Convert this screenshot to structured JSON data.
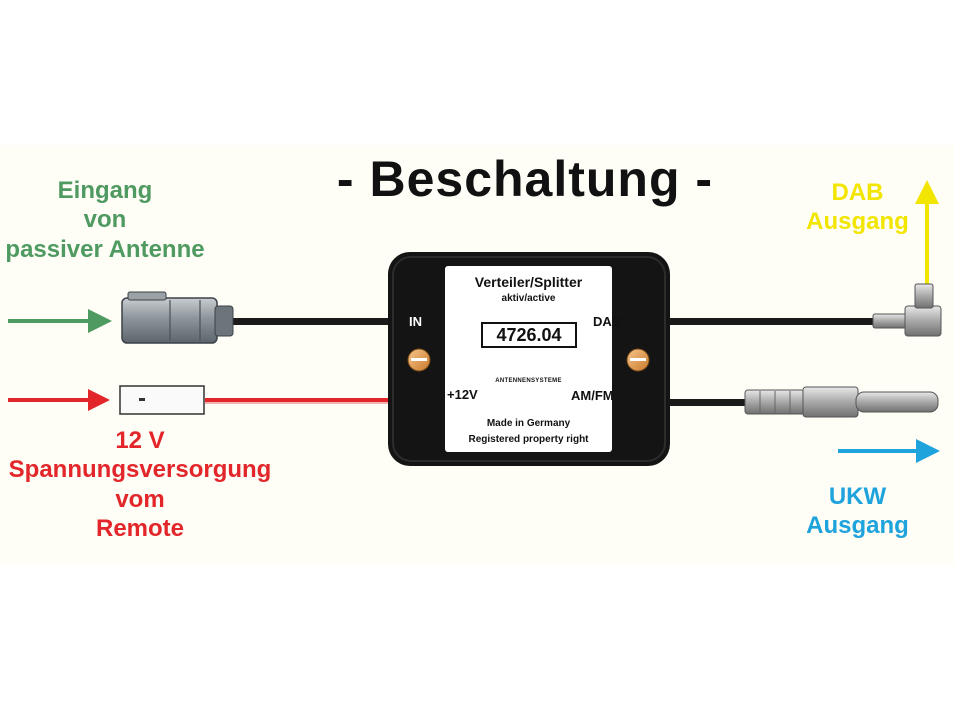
{
  "title": "- Beschaltung -",
  "input_label": [
    "Eingang",
    "von",
    "passiver Antenne"
  ],
  "power_label": [
    "12 V",
    "Spannungsversorgung",
    "vom",
    "Remote"
  ],
  "dab_label": [
    "DAB",
    "Ausgang"
  ],
  "ukw_label": [
    "UKW",
    "Ausgang"
  ],
  "device": {
    "title": "Verteiler/Splitter",
    "subtitle": "aktiv/active",
    "model": "4726.04",
    "brand": "ANTENNENSYSTEME",
    "made_in": "Made in Germany",
    "registered": "Registered property right",
    "ports": {
      "in": "IN",
      "dab": "DAB",
      "power": "+12V",
      "amfm": "AM/FM"
    }
  },
  "colors": {
    "input": "#4e9a60",
    "power": "#e2262a",
    "dab": "#f2e600",
    "ukw": "#1ea3dd",
    "housing": "#141414"
  }
}
